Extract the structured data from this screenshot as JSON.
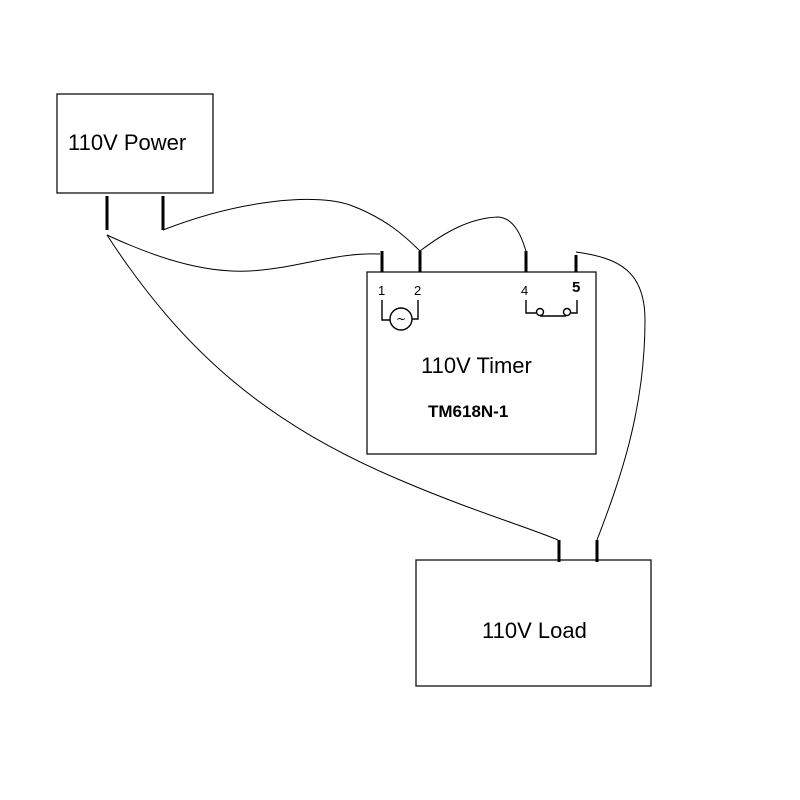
{
  "power": {
    "label": "110V Power"
  },
  "timer": {
    "label": "110V Timer",
    "model": "TM618N-1",
    "terminals": [
      "1",
      "2",
      "4",
      "5"
    ],
    "coil_symbol": "~"
  },
  "load": {
    "label": "110V Load"
  }
}
